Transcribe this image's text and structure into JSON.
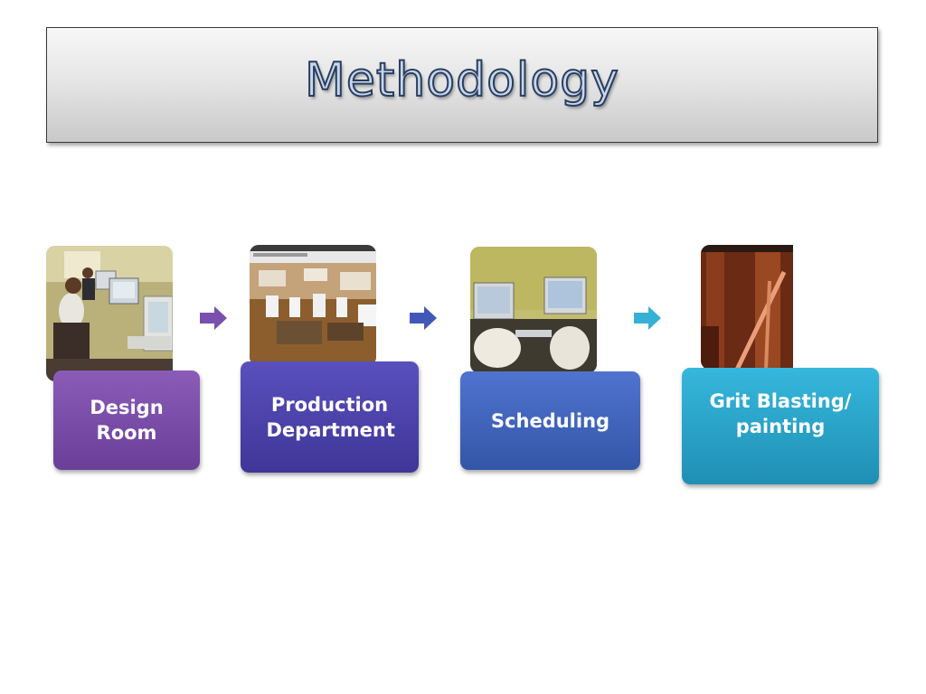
{
  "slide": {
    "title": "Methodology"
  },
  "steps": [
    {
      "label": "Design Room",
      "color": "#7a4fab"
    },
    {
      "label": "Production Department",
      "color": "#4c44ab"
    },
    {
      "label": "Scheduling",
      "color": "#4266bd"
    },
    {
      "label": "Grit Blasting/ painting",
      "color": "#2aa4c9"
    }
  ],
  "photos": [
    {
      "icon": "computer-lab-photo"
    },
    {
      "icon": "office-floor-photo"
    },
    {
      "icon": "monitors-photo"
    },
    {
      "icon": "blasting-booth-photo"
    }
  ],
  "arrows": [
    {
      "color": "#7b4fae"
    },
    {
      "color": "#4258b8"
    },
    {
      "color": "#35b0d6"
    }
  ]
}
